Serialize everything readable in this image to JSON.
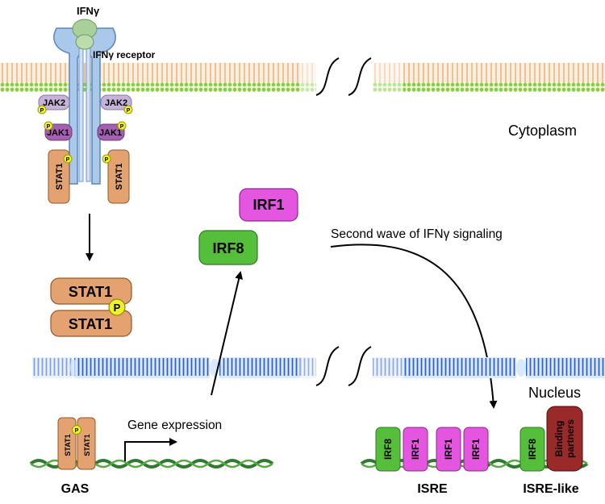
{
  "labels": {
    "ligand": "IFNγ",
    "receptor": "IFNγ receptor",
    "cytoplasm": "Cytoplasm",
    "nucleus": "Nucleus",
    "second_wave": "Second wave of IFNγ signaling",
    "gene_expression": "Gene expression"
  },
  "kinases": {
    "jak2": "JAK2",
    "jak1": "JAK1",
    "phospho": "P"
  },
  "stat": {
    "name": "STAT1"
  },
  "irf": {
    "irf1": "IRF1",
    "irf8": "IRF8"
  },
  "dna_sites": {
    "gas": "GAS",
    "isre": "ISRE",
    "isre_like": "ISRE-like",
    "binding_partners_line1": "Binding",
    "binding_partners_line2": "partners"
  },
  "colors": {
    "receptor": "#a9c8ea",
    "ligand": "#a9cf9a",
    "jak2": "#c5b3d8",
    "jak1": "#a55fb0",
    "phospho": "#eef226",
    "stat1": "#e3a26f",
    "irf1": "#e455e0",
    "irf8": "#55bf3b",
    "binding_partners": "#9a2a2a",
    "plasma_membrane": "#e8c49a",
    "membrane_heads": "#7ad33f",
    "nuclear_membrane": "#4a78d8",
    "dna": "#2f7a2f"
  }
}
